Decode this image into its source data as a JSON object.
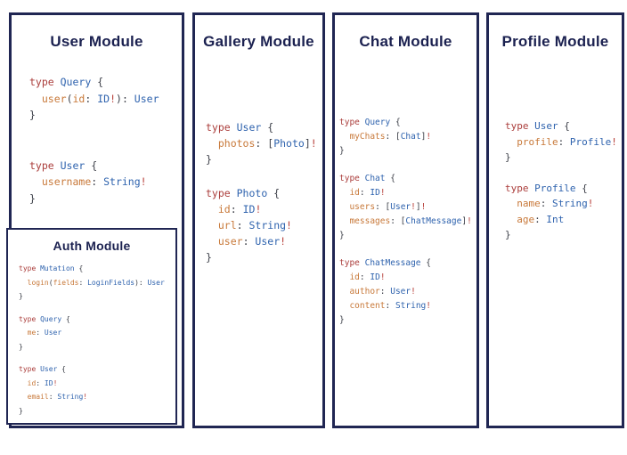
{
  "colors": {
    "border": "#202653",
    "title": "#1b2150",
    "keyword": "#ab3e3c",
    "type": "#2f63ae",
    "field": "#c8793a",
    "bang": "#b8423c",
    "punct": "#3d4049"
  },
  "panels": [
    {
      "id": "user",
      "title": "User Module",
      "code": [
        [
          [
            [
              "type ",
              "kw"
            ],
            [
              "Query",
              "ty"
            ],
            [
              " {",
              "pu"
            ]
          ],
          [
            [
              "  ",
              "pu"
            ],
            [
              "user",
              "fd"
            ],
            [
              "(",
              "pu"
            ],
            [
              "id",
              "fd"
            ],
            [
              ": ",
              "pu"
            ],
            [
              "ID",
              "ty"
            ],
            [
              "!",
              "bg"
            ],
            [
              "): ",
              "pu"
            ],
            [
              "User",
              "ty"
            ]
          ],
          [
            [
              "}",
              "pu"
            ]
          ]
        ],
        [
          [
            [
              "type ",
              "kw"
            ],
            [
              "User",
              "ty"
            ],
            [
              " {",
              "pu"
            ]
          ],
          [
            [
              "  ",
              "pu"
            ],
            [
              "username",
              "fd"
            ],
            [
              ": ",
              "pu"
            ],
            [
              "String",
              "ty"
            ],
            [
              "!",
              "bg"
            ]
          ],
          [
            [
              "}",
              "pu"
            ]
          ]
        ]
      ]
    },
    {
      "id": "auth",
      "title": "Auth Module",
      "code": [
        [
          [
            [
              "type ",
              "kw"
            ],
            [
              "Mutation",
              "ty"
            ],
            [
              " {",
              "pu"
            ]
          ],
          [
            [
              "  ",
              "pu"
            ],
            [
              "login",
              "fd"
            ],
            [
              "(",
              "pu"
            ],
            [
              "fields",
              "fd"
            ],
            [
              ": ",
              "pu"
            ],
            [
              "LoginFields",
              "ty"
            ],
            [
              "): ",
              "pu"
            ],
            [
              "User",
              "ty"
            ]
          ],
          [
            [
              "}",
              "pu"
            ]
          ]
        ],
        [
          [
            [
              "type ",
              "kw"
            ],
            [
              "Query",
              "ty"
            ],
            [
              " {",
              "pu"
            ]
          ],
          [
            [
              "  ",
              "pu"
            ],
            [
              "me",
              "fd"
            ],
            [
              ": ",
              "pu"
            ],
            [
              "User",
              "ty"
            ]
          ],
          [
            [
              "}",
              "pu"
            ]
          ]
        ],
        [
          [
            [
              "type ",
              "kw"
            ],
            [
              "User",
              "ty"
            ],
            [
              " {",
              "pu"
            ]
          ],
          [
            [
              "  ",
              "pu"
            ],
            [
              "id",
              "fd"
            ],
            [
              ": ",
              "pu"
            ],
            [
              "ID",
              "ty"
            ],
            [
              "!",
              "bg"
            ]
          ],
          [
            [
              "  ",
              "pu"
            ],
            [
              "email",
              "fd"
            ],
            [
              ": ",
              "pu"
            ],
            [
              "String",
              "ty"
            ],
            [
              "!",
              "bg"
            ]
          ],
          [
            [
              "}",
              "pu"
            ]
          ]
        ]
      ]
    },
    {
      "id": "gallery",
      "title": "Gallery Module",
      "code": [
        [
          [
            [
              "type ",
              "kw"
            ],
            [
              "User",
              "ty"
            ],
            [
              " {",
              "pu"
            ]
          ],
          [
            [
              "  ",
              "pu"
            ],
            [
              "photos",
              "fd"
            ],
            [
              ": ",
              "pu"
            ],
            [
              "[",
              "pu"
            ],
            [
              "Photo",
              "ty"
            ],
            [
              "]",
              "pu"
            ],
            [
              "!",
              "bg"
            ]
          ],
          [
            [
              "}",
              "pu"
            ]
          ]
        ],
        [
          [
            [
              "type ",
              "kw"
            ],
            [
              "Photo",
              "ty"
            ],
            [
              " {",
              "pu"
            ]
          ],
          [
            [
              "  ",
              "pu"
            ],
            [
              "id",
              "fd"
            ],
            [
              ": ",
              "pu"
            ],
            [
              "ID",
              "ty"
            ],
            [
              "!",
              "bg"
            ]
          ],
          [
            [
              "  ",
              "pu"
            ],
            [
              "url",
              "fd"
            ],
            [
              ": ",
              "pu"
            ],
            [
              "String",
              "ty"
            ],
            [
              "!",
              "bg"
            ]
          ],
          [
            [
              "  ",
              "pu"
            ],
            [
              "user",
              "fd"
            ],
            [
              ": ",
              "pu"
            ],
            [
              "User",
              "ty"
            ],
            [
              "!",
              "bg"
            ]
          ],
          [
            [
              "}",
              "pu"
            ]
          ]
        ]
      ]
    },
    {
      "id": "chat",
      "title": "Chat Module",
      "code": [
        [
          [
            [
              "type ",
              "kw"
            ],
            [
              "Query",
              "ty"
            ],
            [
              " {",
              "pu"
            ]
          ],
          [
            [
              "  ",
              "pu"
            ],
            [
              "myChats",
              "fd"
            ],
            [
              ": ",
              "pu"
            ],
            [
              "[",
              "pu"
            ],
            [
              "Chat",
              "ty"
            ],
            [
              "]",
              "pu"
            ],
            [
              "!",
              "bg"
            ]
          ],
          [
            [
              "}",
              "pu"
            ]
          ]
        ],
        [
          [
            [
              "type ",
              "kw"
            ],
            [
              "Chat",
              "ty"
            ],
            [
              " {",
              "pu"
            ]
          ],
          [
            [
              "  ",
              "pu"
            ],
            [
              "id",
              "fd"
            ],
            [
              ": ",
              "pu"
            ],
            [
              "ID",
              "ty"
            ],
            [
              "!",
              "bg"
            ]
          ],
          [
            [
              "  ",
              "pu"
            ],
            [
              "users",
              "fd"
            ],
            [
              ": ",
              "pu"
            ],
            [
              "[",
              "pu"
            ],
            [
              "User",
              "ty"
            ],
            [
              "!",
              "bg"
            ],
            [
              "]",
              "pu"
            ],
            [
              "!",
              "bg"
            ]
          ],
          [
            [
              "  ",
              "pu"
            ],
            [
              "messages",
              "fd"
            ],
            [
              ": ",
              "pu"
            ],
            [
              "[",
              "pu"
            ],
            [
              "ChatMessage",
              "ty"
            ],
            [
              "]",
              "pu"
            ],
            [
              "!",
              "bg"
            ]
          ],
          [
            [
              "}",
              "pu"
            ]
          ]
        ],
        [
          [
            [
              "type ",
              "kw"
            ],
            [
              "ChatMessage",
              "ty"
            ],
            [
              " {",
              "pu"
            ]
          ],
          [
            [
              "  ",
              "pu"
            ],
            [
              "id",
              "fd"
            ],
            [
              ": ",
              "pu"
            ],
            [
              "ID",
              "ty"
            ],
            [
              "!",
              "bg"
            ]
          ],
          [
            [
              "  ",
              "pu"
            ],
            [
              "author",
              "fd"
            ],
            [
              ": ",
              "pu"
            ],
            [
              "User",
              "ty"
            ],
            [
              "!",
              "bg"
            ]
          ],
          [
            [
              "  ",
              "pu"
            ],
            [
              "content",
              "fd"
            ],
            [
              ": ",
              "pu"
            ],
            [
              "String",
              "ty"
            ],
            [
              "!",
              "bg"
            ]
          ],
          [
            [
              "}",
              "pu"
            ]
          ]
        ]
      ]
    },
    {
      "id": "profile",
      "title": "Profile Module",
      "code": [
        [
          [
            [
              "type ",
              "kw"
            ],
            [
              "User",
              "ty"
            ],
            [
              " {",
              "pu"
            ]
          ],
          [
            [
              "  ",
              "pu"
            ],
            [
              "profile",
              "fd"
            ],
            [
              ": ",
              "pu"
            ],
            [
              "Profile",
              "ty"
            ],
            [
              "!",
              "bg"
            ]
          ],
          [
            [
              "}",
              "pu"
            ]
          ]
        ],
        [
          [
            [
              "type ",
              "kw"
            ],
            [
              "Profile",
              "ty"
            ],
            [
              " {",
              "pu"
            ]
          ],
          [
            [
              "  ",
              "pu"
            ],
            [
              "name",
              "fd"
            ],
            [
              ": ",
              "pu"
            ],
            [
              "String",
              "ty"
            ],
            [
              "!",
              "bg"
            ]
          ],
          [
            [
              "  ",
              "pu"
            ],
            [
              "age",
              "fd"
            ],
            [
              ": ",
              "pu"
            ],
            [
              "Int",
              "ty"
            ]
          ],
          [
            [
              "}",
              "pu"
            ]
          ]
        ]
      ]
    }
  ]
}
